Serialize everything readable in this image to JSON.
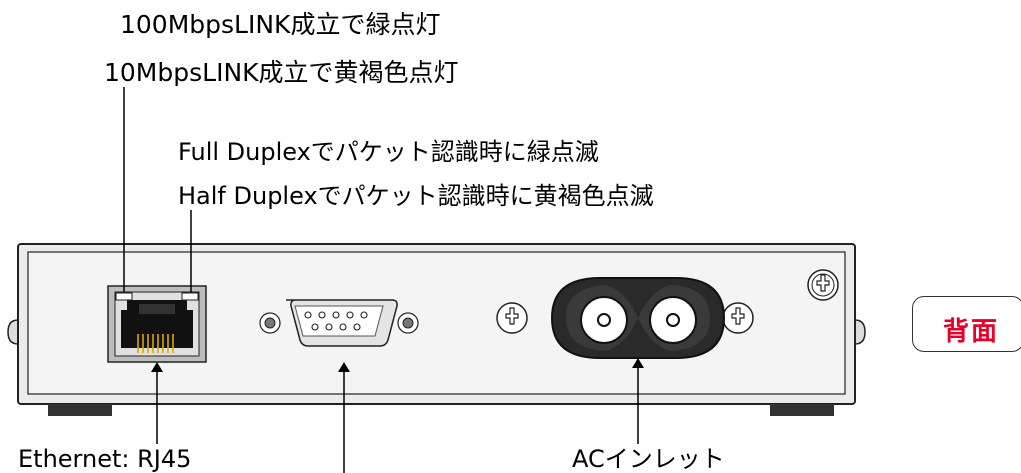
{
  "labels": {
    "led_link_line1": "100MbpsLINK成立で緑点灯",
    "led_link_line2": "10MbpsLINK成立で黄褐色点灯",
    "led_duplex_line1": "Full Duplexでパケット認識時に緑点滅",
    "led_duplex_line2": "Half  Duplexでパケット認識時に黄褐色点滅",
    "ethernet": "Ethernet:  RJ45",
    "ac_inlet": "ACインレット"
  },
  "view_badge": "背面",
  "colors": {
    "badge_text": "#e8002a",
    "chassis": "#f2f2f2",
    "outline": "#222222",
    "pins": "#d8a800"
  },
  "icons": [
    "rj45-port-icon",
    "db9-connector-icon",
    "ac-inlet-icon",
    "screw-icon"
  ]
}
